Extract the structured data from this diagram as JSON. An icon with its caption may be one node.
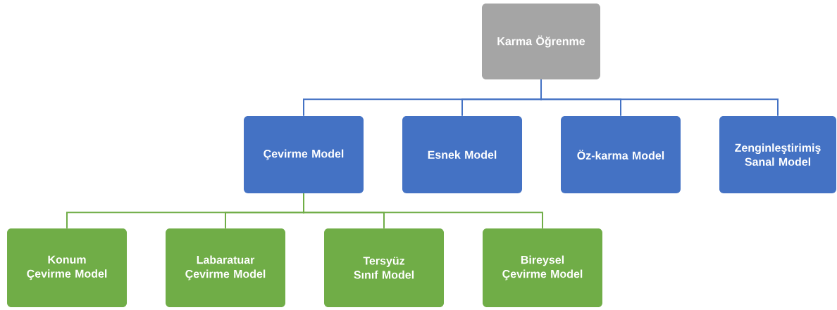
{
  "diagram": {
    "nodes": [
      {
        "text": [
          "Karma Öğrenme"
        ]
      },
      {
        "text": [
          "Çevirme Model"
        ]
      },
      {
        "text": [
          "Esnek Model"
        ]
      },
      {
        "text": [
          "Öz-karma Model"
        ]
      },
      {
        "text": [
          "Zenginleştirimiş Sanal Model"
        ]
      },
      {
        "text": [
          "Konum Çevirme Model"
        ]
      },
      {
        "text": [
          "Labaratuar Çevirme Model"
        ]
      },
      {
        "text": [
          "Tersyüz Sınıf Model"
        ]
      },
      {
        "text": [
          "Bireysel Çevirme Model"
        ]
      }
    ],
    "edges": [
      {
        "from": 0,
        "to": 1,
        "arrow": "none"
      },
      {
        "from": 0,
        "to": 2,
        "arrow": "none"
      },
      {
        "from": 0,
        "to": 3,
        "arrow": "none"
      },
      {
        "from": 0,
        "to": 4,
        "arrow": "none"
      },
      {
        "from": 1,
        "to": 5,
        "arrow": "none",
        "color": "#70ad47"
      },
      {
        "from": 1,
        "to": 6,
        "arrow": "none",
        "color": "#70ad47"
      },
      {
        "from": 1,
        "to": 7,
        "arrow": "none",
        "color": "#70ad47"
      },
      {
        "from": 1,
        "to": 8,
        "arrow": "none",
        "color": "#70ad47"
      }
    ]
  }
}
